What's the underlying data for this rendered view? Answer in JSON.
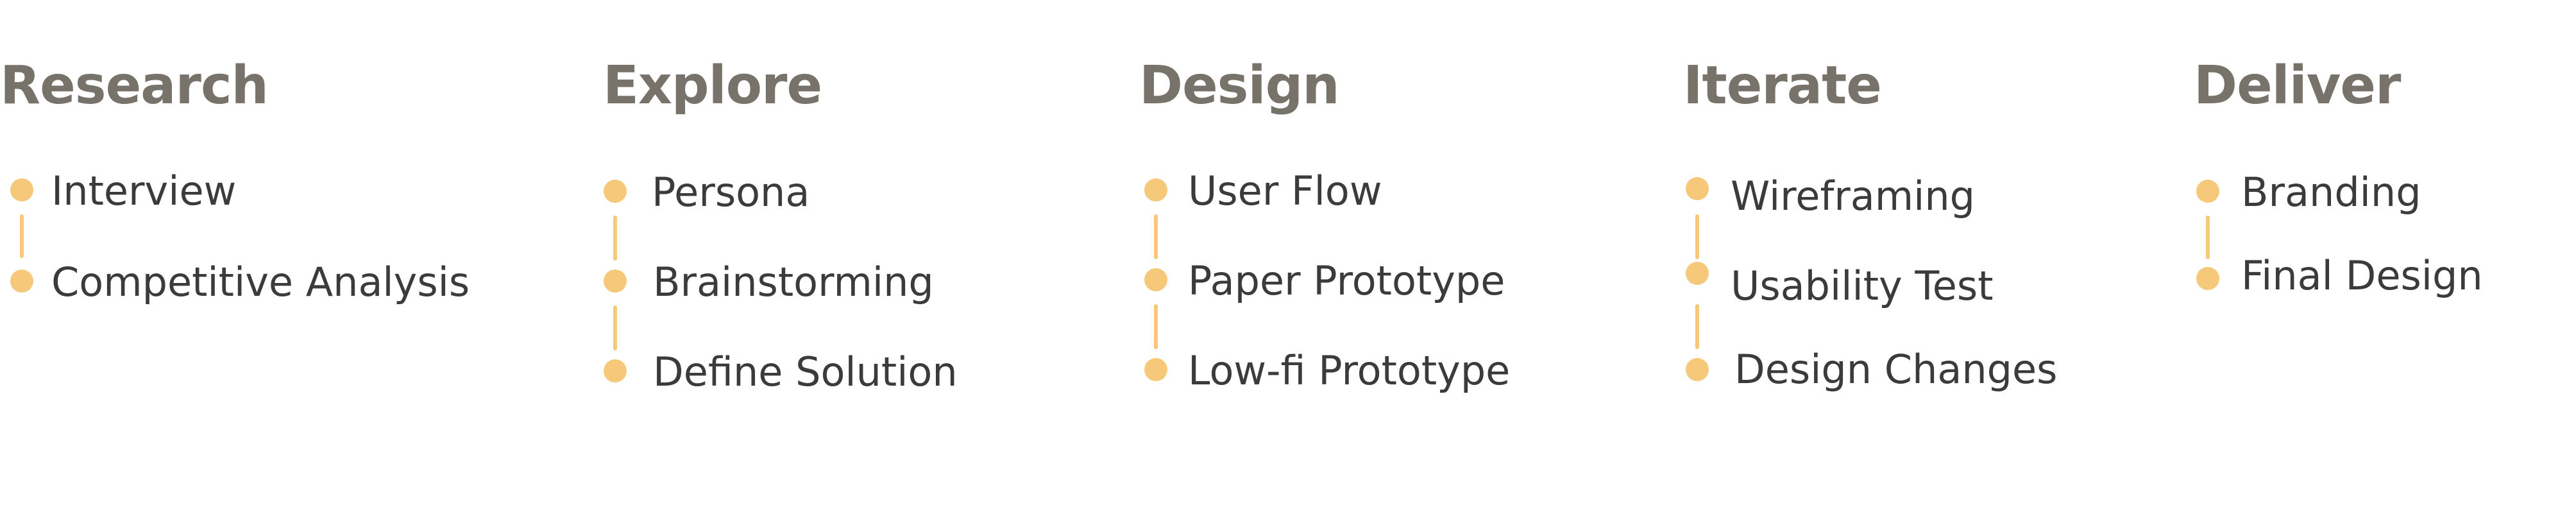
{
  "colors": {
    "heading": "#77726a",
    "text": "#3b3b3b",
    "accent": "#f5c87a",
    "background": "#ffffff"
  },
  "phases": [
    {
      "title": "Research",
      "steps": [
        "Interview",
        "Competitive Analysis"
      ]
    },
    {
      "title": "Explore",
      "steps": [
        "Persona",
        "Brainstorming",
        "Define Solution"
      ]
    },
    {
      "title": "Design",
      "steps": [
        "User Flow",
        "Paper Prototype",
        "Low-fi Prototype"
      ]
    },
    {
      "title": "Iterate",
      "steps": [
        "Wireframing",
        "Usability Test",
        "Design Changes"
      ]
    },
    {
      "title": "Deliver",
      "steps": [
        "Branding",
        "Final Design"
      ]
    }
  ]
}
